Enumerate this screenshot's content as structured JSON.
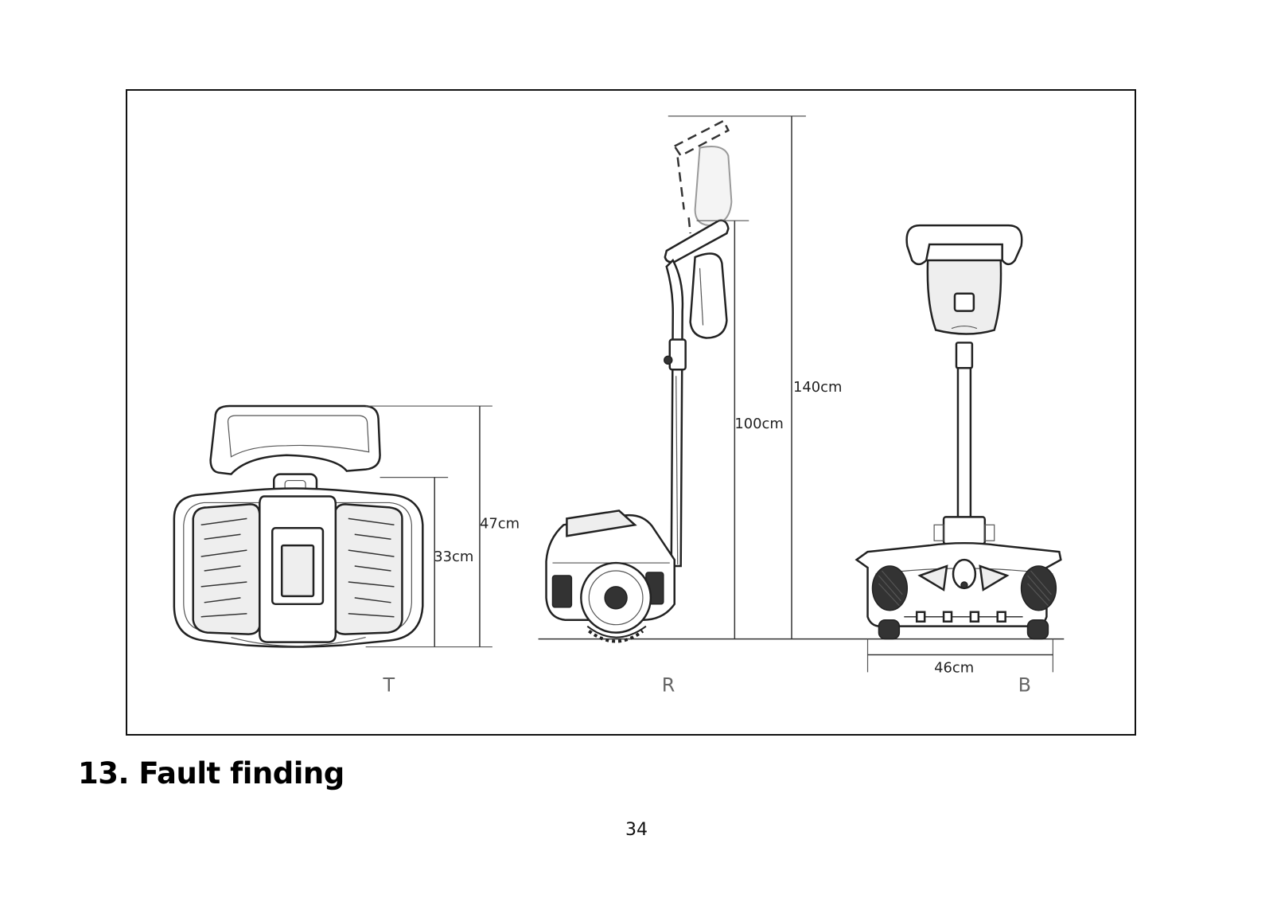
{
  "figure": {
    "dimensions": {
      "top_total_height": "47cm",
      "top_body_height": "33cm",
      "side_height_low": "100cm",
      "side_height_high": "140cm",
      "back_width": "46cm"
    },
    "views": {
      "top": "T",
      "right": "R",
      "back": "B"
    }
  },
  "section": {
    "heading": "13. Fault finding"
  },
  "page": {
    "number": "34"
  }
}
